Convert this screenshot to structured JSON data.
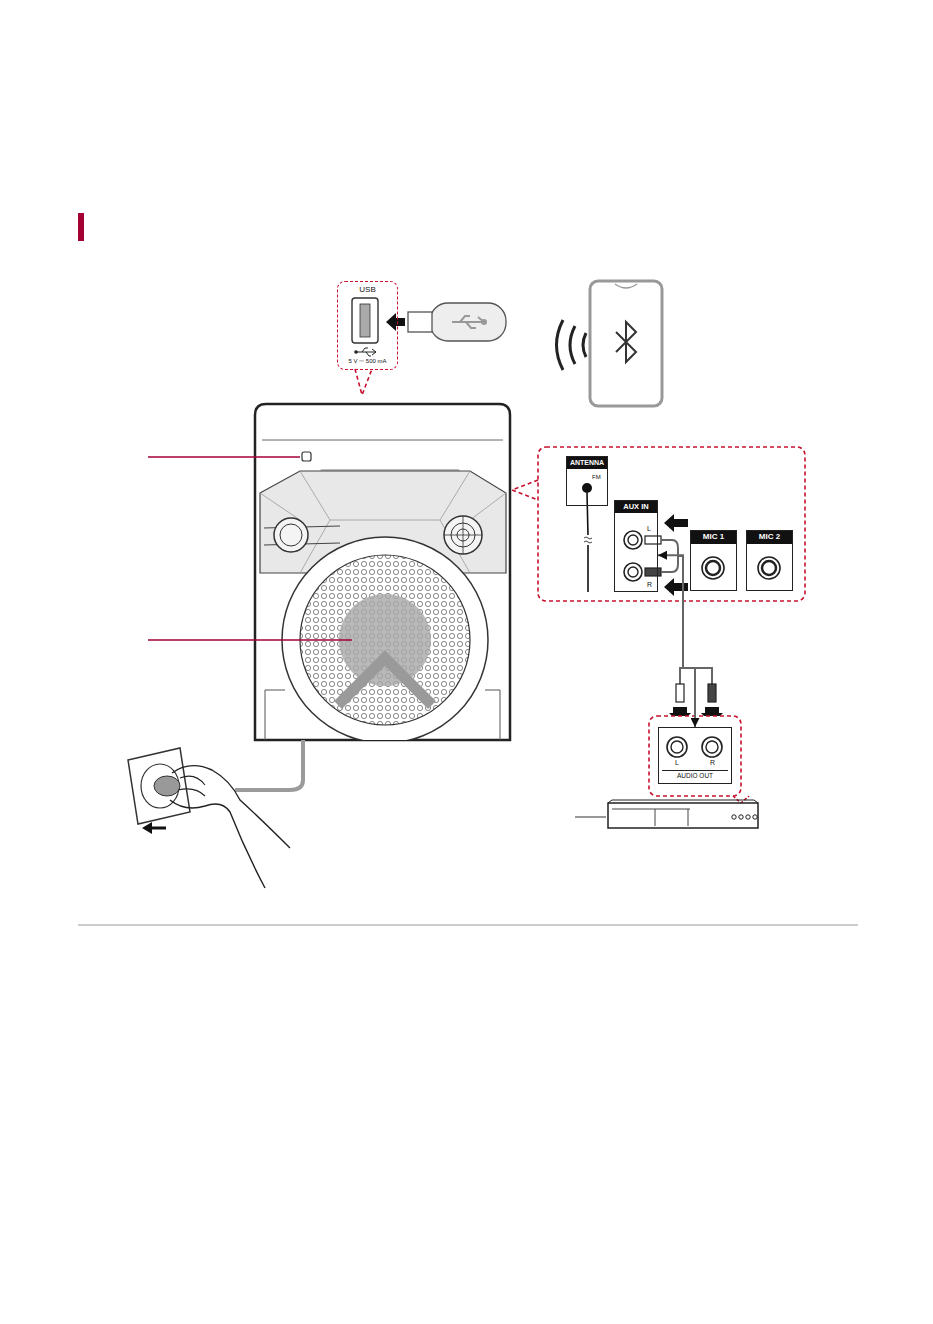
{
  "diagram": {
    "nodes": [
      {
        "text": [
          "USB",
          "5 V ⎓ 500 mA"
        ]
      },
      {
        "text": [
          "ANTENNA",
          "FM"
        ]
      },
      {
        "text": [
          "AUX IN",
          "L",
          "R"
        ]
      },
      {
        "text": [
          "MIC 1"
        ]
      },
      {
        "text": [
          "MIC 2"
        ]
      },
      {
        "text": [
          "L",
          "R",
          "AUDIO OUT"
        ]
      }
    ],
    "edges": [
      {
        "from": 5,
        "to": 2,
        "arrow": "both"
      }
    ]
  }
}
